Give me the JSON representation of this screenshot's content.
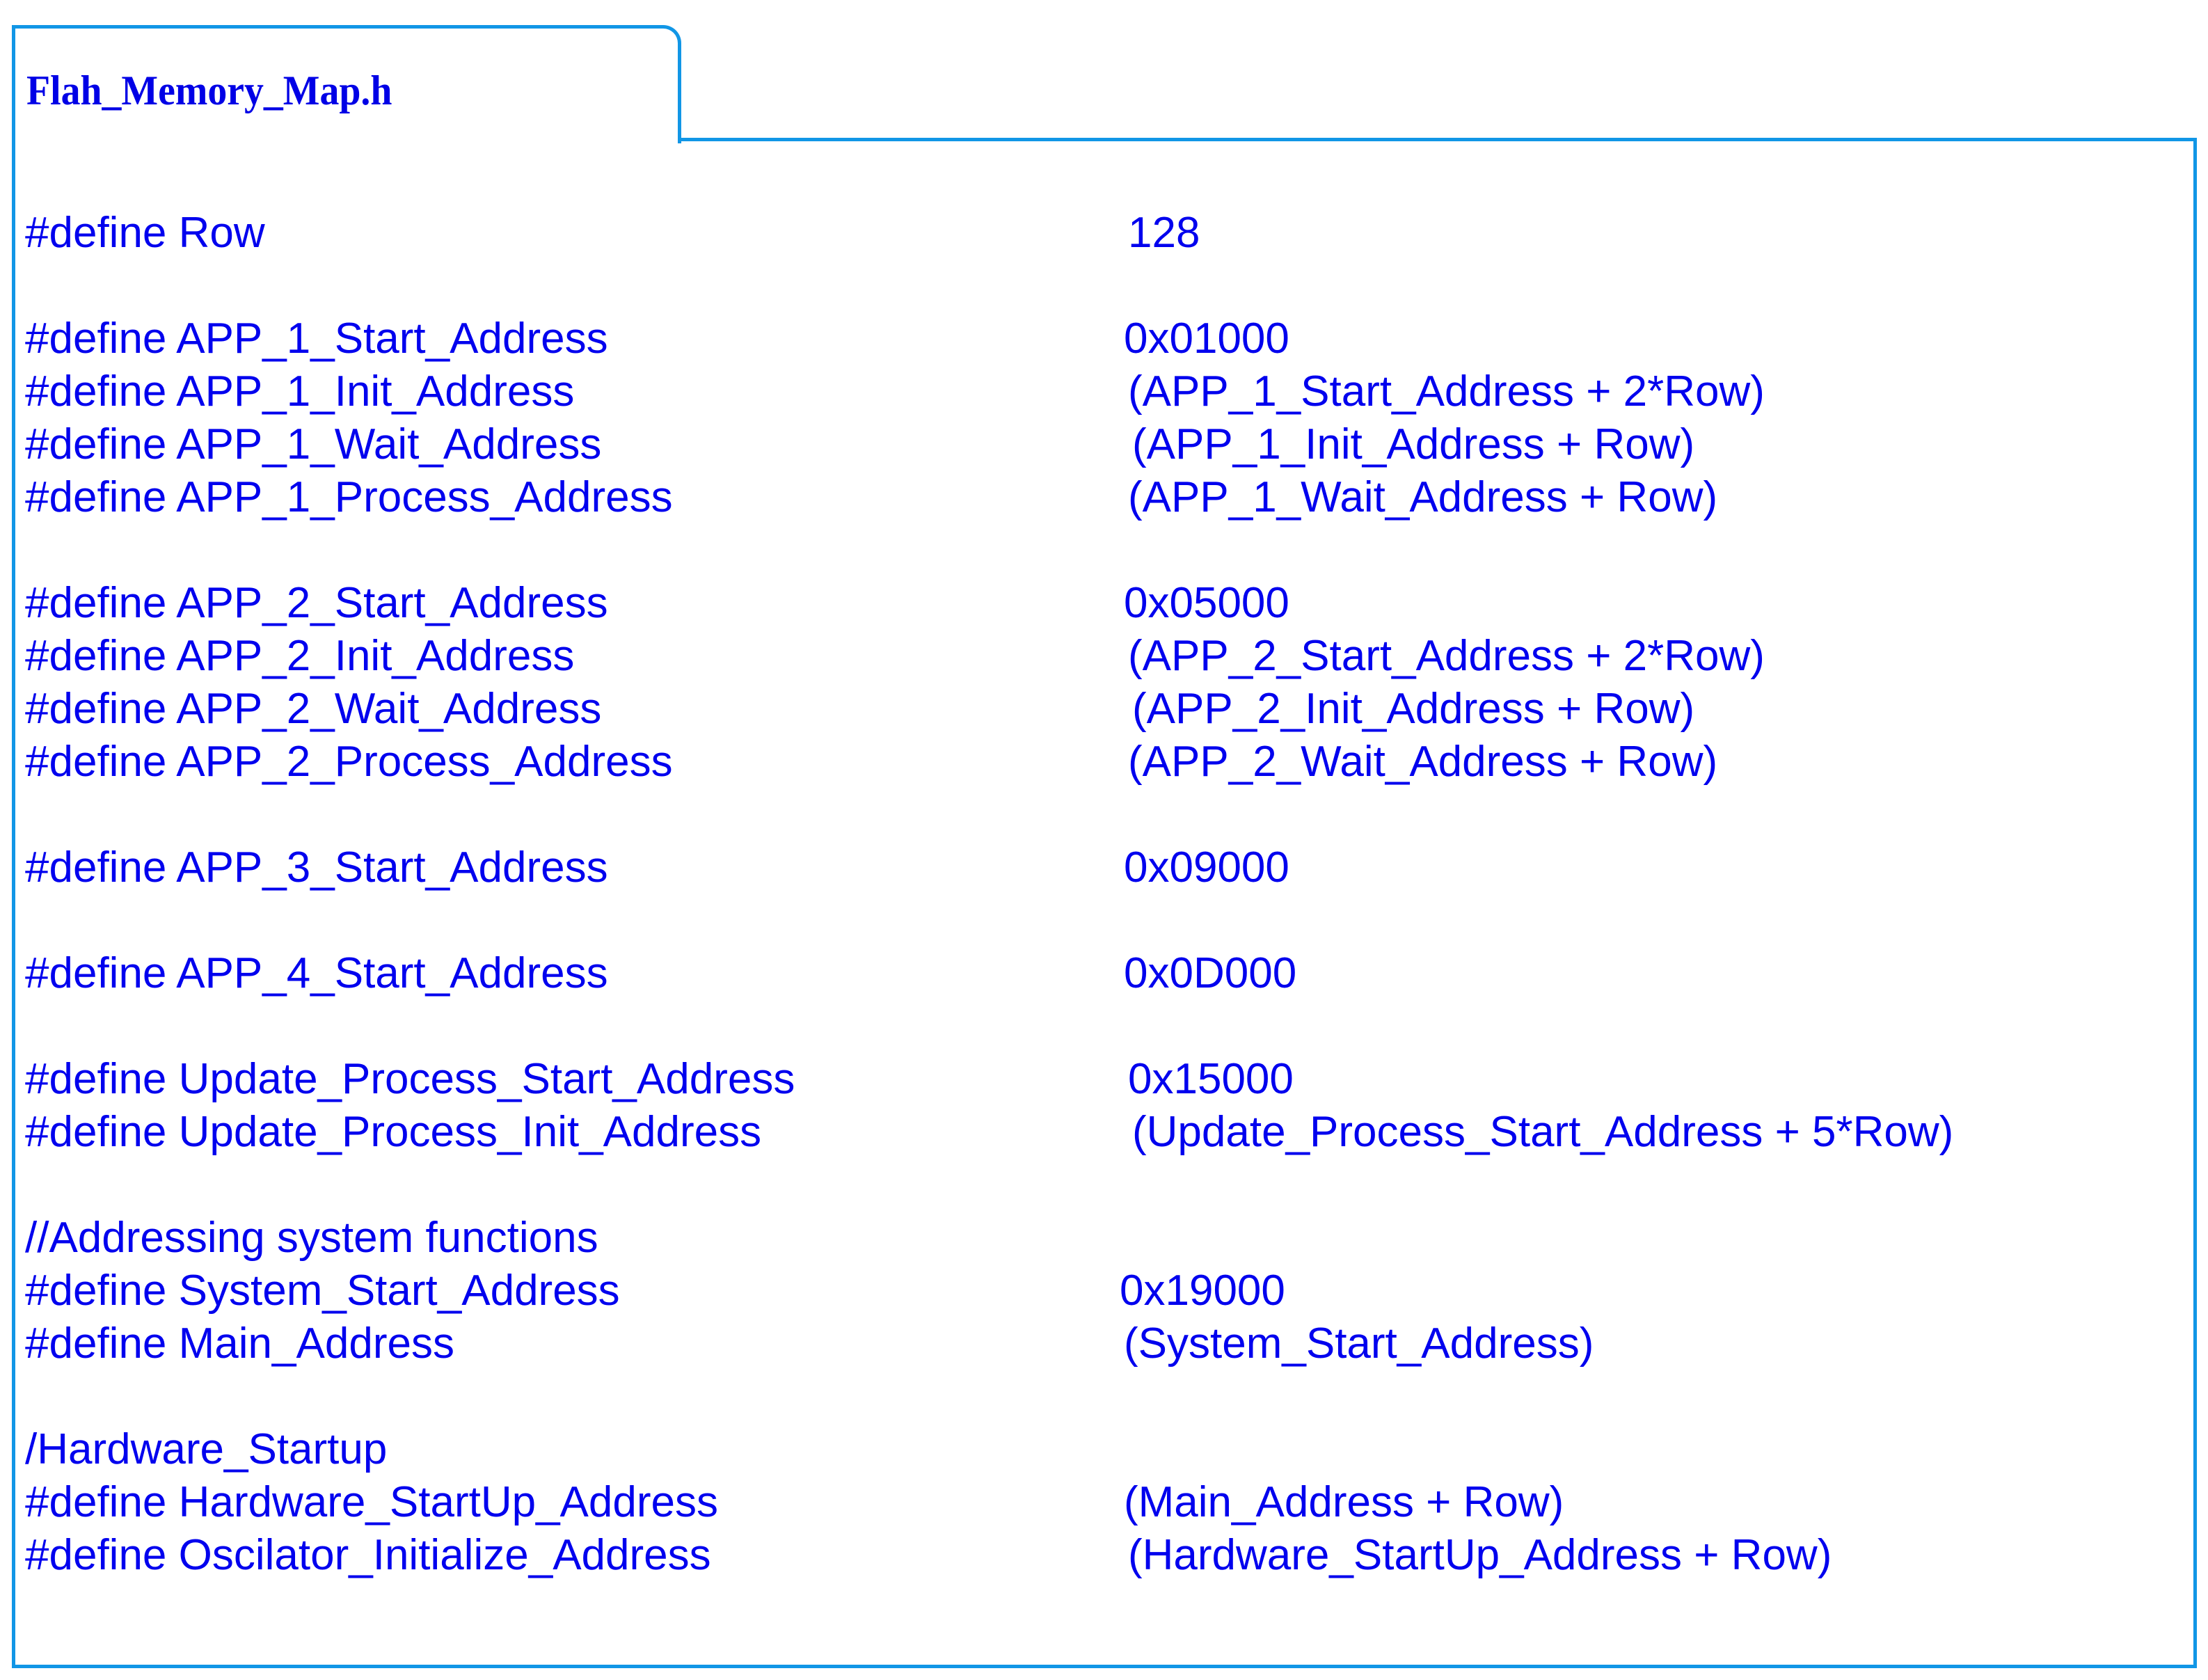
{
  "file": {
    "title": "Flah_Memory_Map.h"
  },
  "lines": [
    {
      "row": 0,
      "name": "#define Row",
      "value": "128",
      "indent": 1
    },
    {
      "row": 2,
      "name": "#define APP_1_Start_Address",
      "value": "0x01000",
      "indent": 0
    },
    {
      "row": 3,
      "name": "#define APP_1_Init_Address",
      "value": "(APP_1_Start_Address + 2*Row)",
      "indent": 1
    },
    {
      "row": 4,
      "name": "#define APP_1_Wait_Address",
      "value": "(APP_1_Init_Address + Row)",
      "indent": 2
    },
    {
      "row": 5,
      "name": "#define APP_1_Process_Address",
      "value": "(APP_1_Wait_Address + Row)",
      "indent": 1
    },
    {
      "row": 7,
      "name": "#define APP_2_Start_Address",
      "value": "0x05000",
      "indent": 0
    },
    {
      "row": 8,
      "name": "#define APP_2_Init_Address",
      "value": "(APP_2_Start_Address + 2*Row)",
      "indent": 1
    },
    {
      "row": 9,
      "name": "#define APP_2_Wait_Address",
      "value": "(APP_2_Init_Address + Row)",
      "indent": 2
    },
    {
      "row": 10,
      "name": "#define APP_2_Process_Address",
      "value": "(APP_2_Wait_Address + Row)",
      "indent": 1
    },
    {
      "row": 12,
      "name": "#define APP_3_Start_Address",
      "value": "0x09000",
      "indent": 0
    },
    {
      "row": 14,
      "name": "#define APP_4_Start_Address",
      "value": "0x0D000",
      "indent": 0
    },
    {
      "row": 16,
      "name": "#define Update_Process_Start_Address",
      "value": "0x15000",
      "indent": 1
    },
    {
      "row": 17,
      "name": "#define Update_Process_Init_Address",
      "value": "(Update_Process_Start_Address + 5*Row)",
      "indent": 2
    },
    {
      "row": 19,
      "name": "//Addressing system functions",
      "value": "",
      "indent": 0
    },
    {
      "row": 20,
      "name": "#define System_Start_Address",
      "value": "0x19000",
      "indent": -1
    },
    {
      "row": 21,
      "name": "#define Main_Address",
      "value": "(System_Start_Address)",
      "indent": 0
    },
    {
      "row": 23,
      "name": "/Hardware_Startup",
      "value": "",
      "indent": 0
    },
    {
      "row": 24,
      "name": "#define Hardware_StartUp_Address",
      "value": "(Main_Address + Row)",
      "indent": 0
    },
    {
      "row": 25,
      "name": "#define Oscilator_Initialize_Address",
      "value": "(Hardware_StartUp_Address + Row)",
      "indent": 1
    }
  ],
  "colors": {
    "border": "#1196e6",
    "text": "#0000ee"
  }
}
